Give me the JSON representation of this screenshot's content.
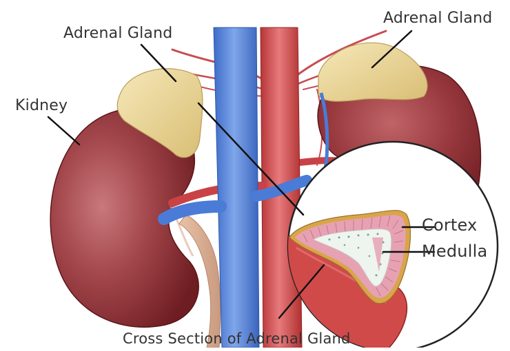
{
  "labels": {
    "adrenal_left": "Adrenal Gland",
    "adrenal_right": "Adrenal Gland",
    "kidney": "Kidney",
    "cortex": "Cortex",
    "medulla": "Medulla",
    "caption": "Cross Section of Adrenal Gland"
  },
  "colors": {
    "kidney": "#8e2a2e",
    "adrenal": "#ecd89a",
    "vein": "#4f7fd8",
    "artery": "#d0474a",
    "cortex": "#e8a8b8",
    "medulla": "#eef4ef",
    "capsule": "#d9a54a"
  }
}
